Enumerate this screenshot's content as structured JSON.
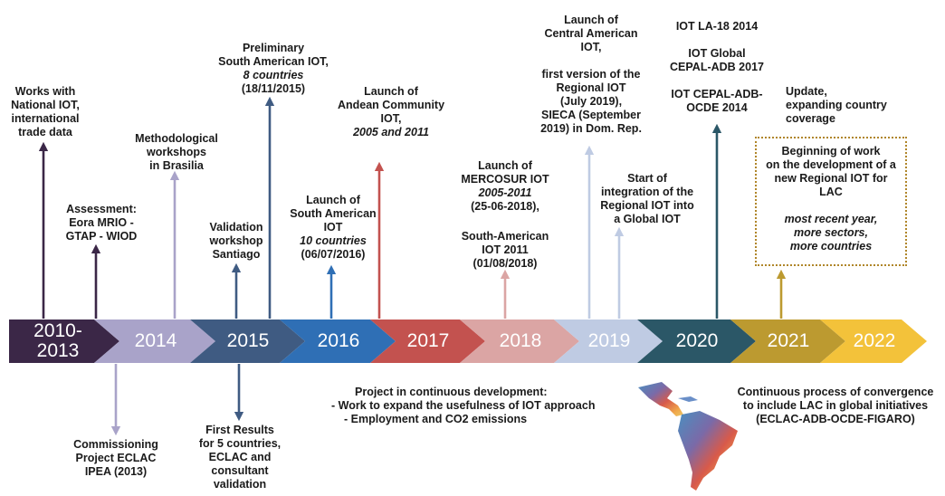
{
  "years": [
    {
      "label": "2010-\n2013",
      "color": "#3b2747"
    },
    {
      "label": "2014",
      "color": "#a9a3c9"
    },
    {
      "label": "2015",
      "color": "#3f5b82"
    },
    {
      "label": "2016",
      "color": "#2f6fb5"
    },
    {
      "label": "2017",
      "color": "#c3524f"
    },
    {
      "label": "2018",
      "color": "#dba5a4"
    },
    {
      "label": "2019",
      "color": "#bfcbe3"
    },
    {
      "label": "2020",
      "color": "#2b5767"
    },
    {
      "label": "2021",
      "color": "#bc9a30"
    },
    {
      "label": "2022",
      "color": "#f3c23a"
    }
  ],
  "notes": {
    "works_national": [
      "Works with",
      "National IOT,",
      "international",
      "trade data"
    ],
    "assessment": [
      "Assessment:",
      "Eora MRIO -",
      "GTAP - WIOD"
    ],
    "method_workshops": [
      "Methodological",
      "workshops",
      "in Brasilia"
    ],
    "validation_santiago": [
      "Validation",
      "workshop",
      "Santiago"
    ],
    "preliminary_sa": [
      "Preliminary",
      "South American IOT,",
      "8 countries",
      "(18/11/2015)"
    ],
    "launch_sa_2016": [
      "Launch of",
      "South American",
      "IOT",
      "10 countries",
      "(06/07/2016)"
    ],
    "andean": [
      "Launch of",
      "Andean Community",
      "IOT,",
      "2005 and 2011"
    ],
    "mercosur": [
      "Launch of",
      "MERCOSUR  IOT",
      "2005-2011",
      "(25-06-2018),"
    ],
    "sa_2011": [
      "South-American",
      "IOT 2011",
      "(01/08/2018)"
    ],
    "central_american": [
      "Launch of",
      "Central American",
      "IOT,",
      "",
      "first version of the",
      "Regional IOT",
      "(July 2019),",
      "SIECA (September",
      "2019) in Dom. Rep."
    ],
    "global_integration": [
      "Start of",
      "integration of the",
      "Regional IOT into",
      "a Global IOT"
    ],
    "iot_2020": [
      "IOT LA-18 2014",
      "",
      "IOT Global",
      "CEPAL-ADB  2017",
      "",
      "IOT CEPAL-ADB-",
      "OCDE 2014"
    ],
    "update": [
      "Update,",
      "expanding country",
      "coverage"
    ],
    "beginning": [
      "Beginning of work",
      "on the development of a",
      "new Regional IOT for",
      "LAC",
      "",
      "most recent year,",
      "more sectors,",
      "more countries"
    ],
    "commissioning": [
      "Commissioning",
      "Project ECLAC",
      "IPEA (2013)"
    ],
    "first_results": [
      "First Results",
      "for 5 countries,",
      "ECLAC  and",
      "consultant",
      "validation"
    ],
    "continuous_dev": [
      "Project in continuous development:",
      "- Work to expand the usefulness  of IOT approach",
      "- Employment and CO2 emissions"
    ],
    "convergence": [
      "Continuous  process  of  convergence",
      "to include LAC  in global initiatives",
      "(ECLAC-ADB-OCDE-FIGARO)"
    ]
  }
}
